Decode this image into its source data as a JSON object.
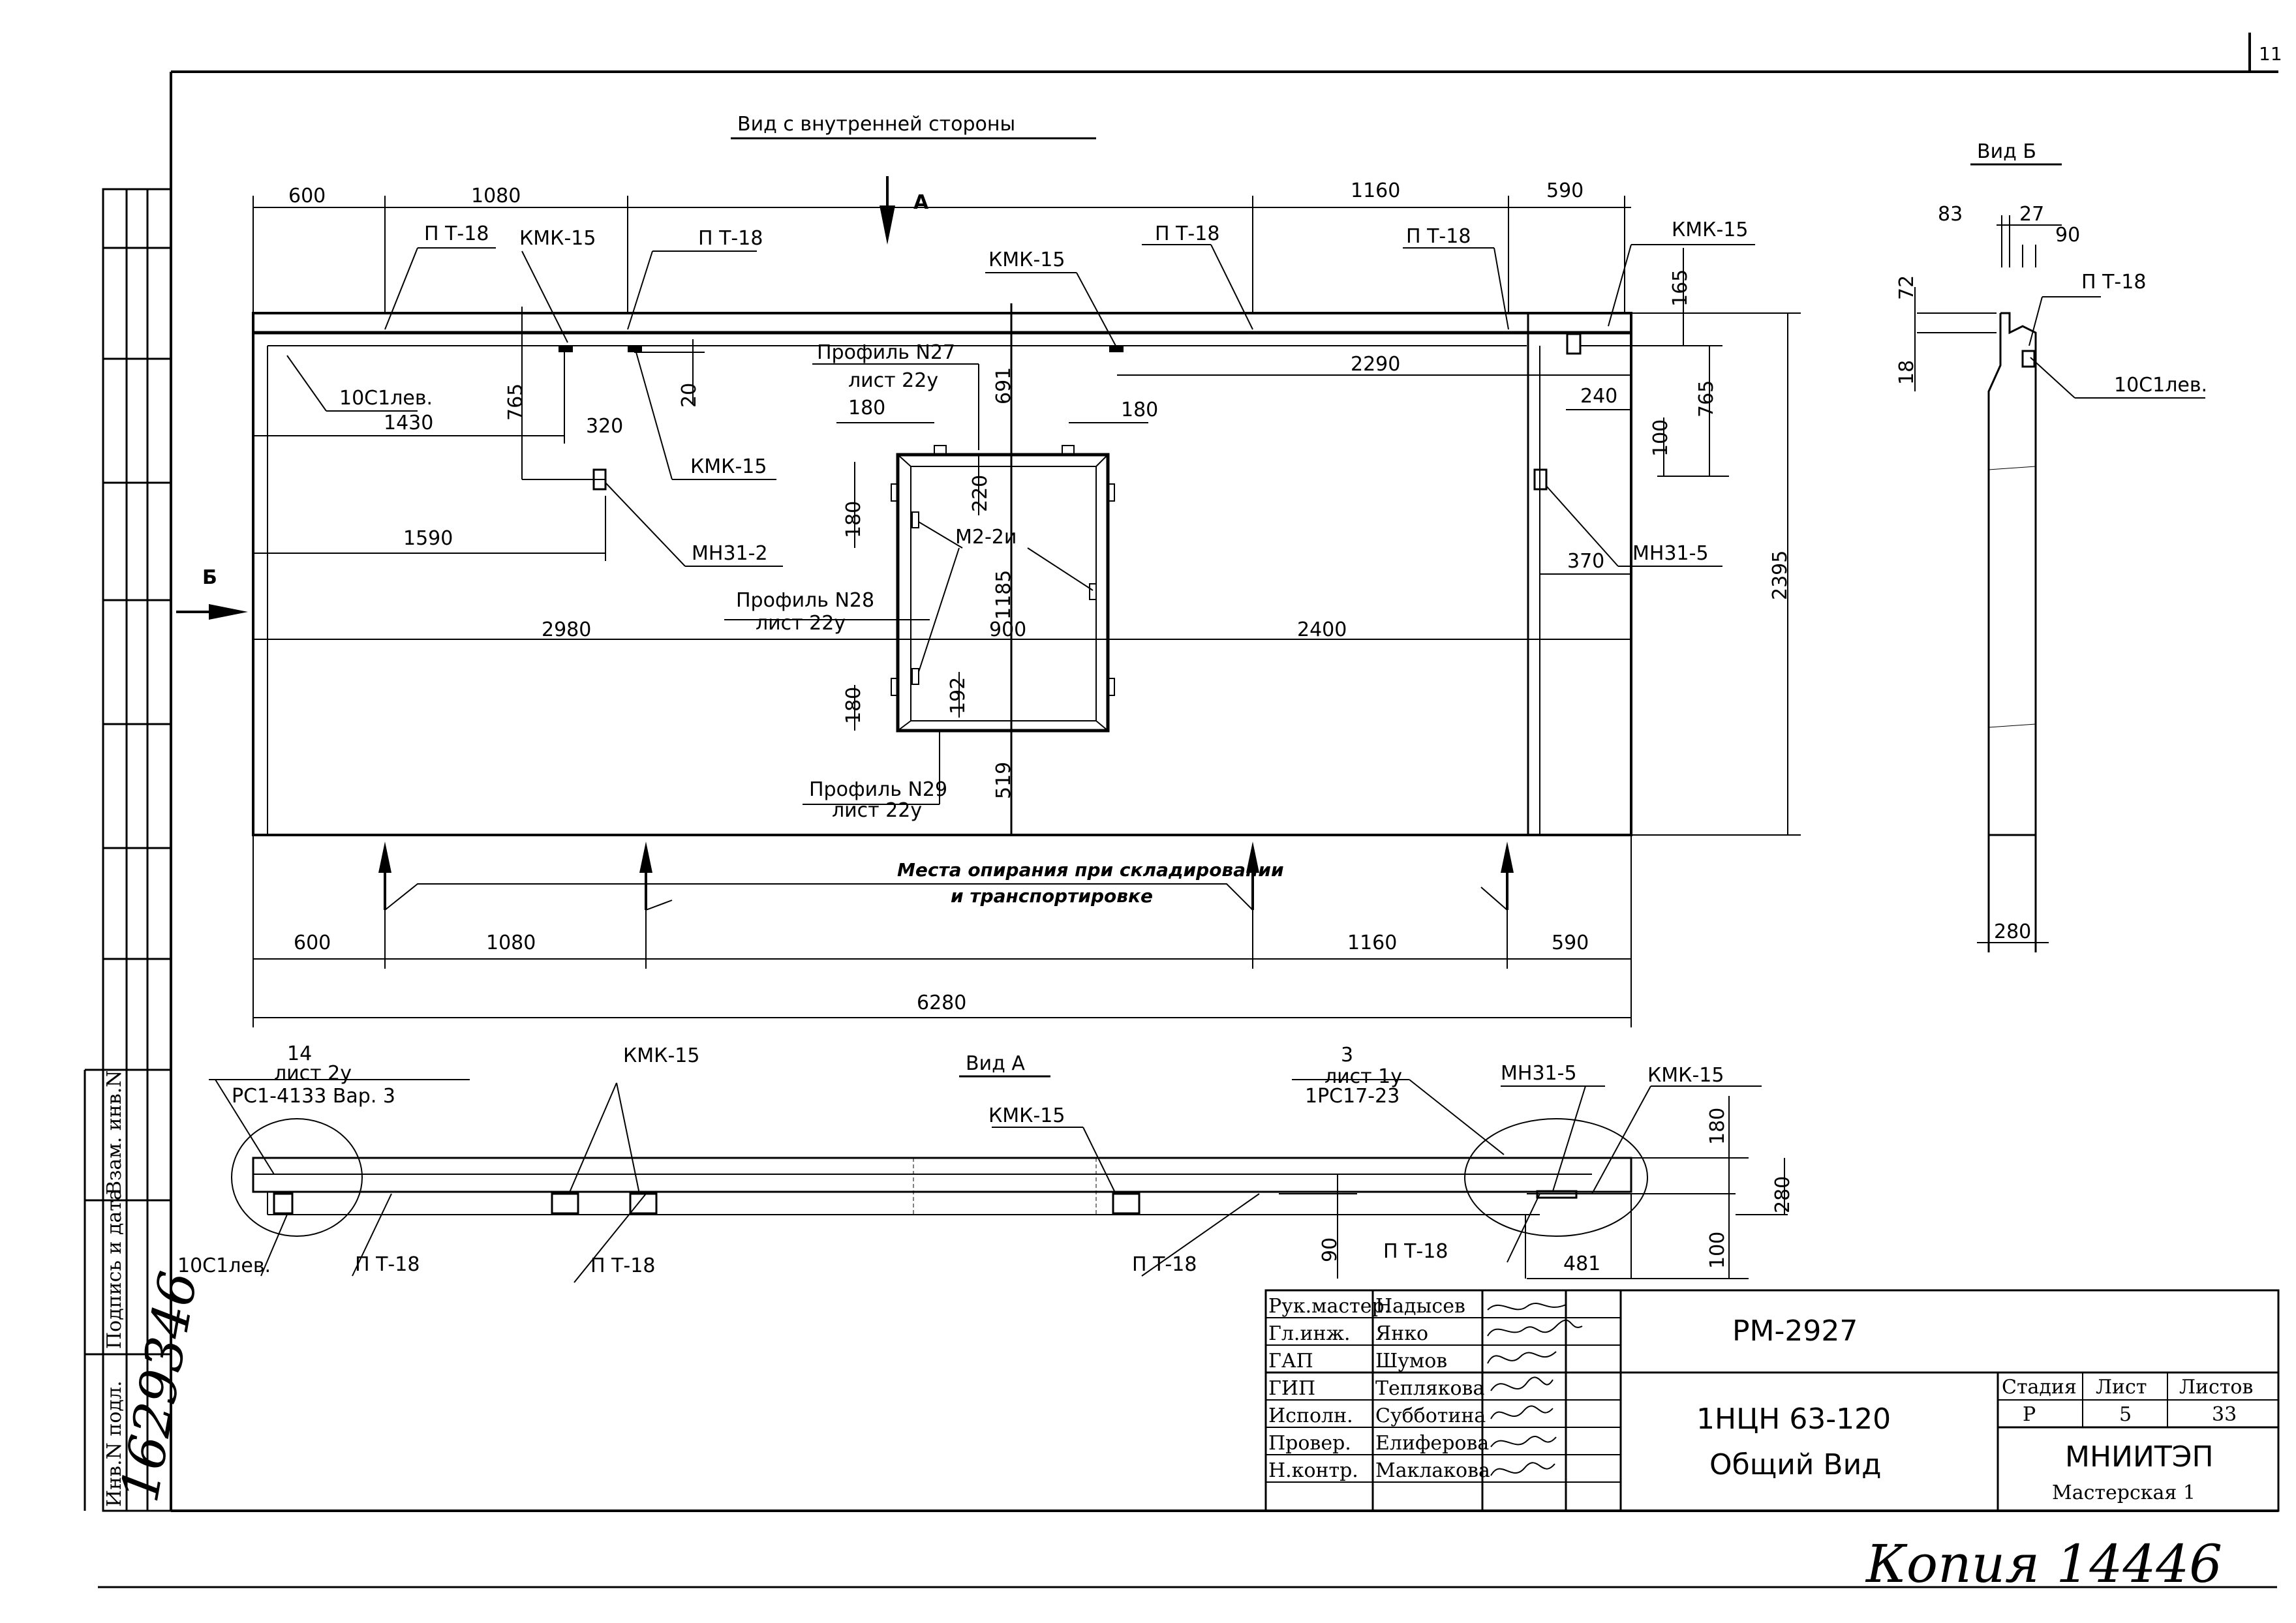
{
  "sheet": {
    "number": "11"
  },
  "views": {
    "inner": "Вид с внутренней стороны",
    "b": "Вид Б",
    "a": "Вид А",
    "arrow_a": "А",
    "arrow_b": "Б"
  },
  "dims_inner": {
    "top": [
      "600",
      "1080",
      "1160",
      "590"
    ],
    "bottom": [
      "600",
      "1080",
      "1160",
      "590"
    ],
    "overall": "6280",
    "d1430": "1430",
    "d320": "320",
    "d765": "765",
    "d20": "20",
    "d1590": "1590",
    "d2980": "2980",
    "d2400": "2400",
    "d900": "900",
    "d180a": "180",
    "d180b": "180",
    "d180c": "180",
    "d180d": "180",
    "d220": "220",
    "d691": "691",
    "d1185": "1185",
    "d519": "519",
    "d192": "192",
    "d2290": "2290",
    "d240": "240",
    "d765r": "765",
    "d165": "165",
    "d100": "100",
    "d370": "370",
    "d2395": "2395"
  },
  "labels_inner": {
    "pt18_1": "П Т-18",
    "kmk15_1": "КМК-15",
    "pt18_2": "П Т-18",
    "kmk15_2": "КМК-15",
    "pt18_3": "П Т-18",
    "pt18_4": "П Т-18",
    "kmk15_3": "КМК-15",
    "c10_1": "10С1лев.",
    "kmk15_4": "КМК-15",
    "mn31_2": "МН31-2",
    "mn31_5": "МН31-5",
    "m2_2": "М2-2и",
    "p27": "Профиль N27",
    "p27s": "лист 22у",
    "p28": "Профиль N28",
    "p28s": "лист 22у",
    "p29": "Профиль N29",
    "p29s": "лист 22у",
    "support1": "Места опирания при складировании",
    "support2": "и транспортировке"
  },
  "view_b": {
    "d83": "83",
    "d27": "27",
    "d90": "90",
    "d72": "72",
    "d18": "18",
    "d280": "280",
    "pt18": "П Т-18",
    "c10": "10С1лев."
  },
  "view_a": {
    "n14": "14",
    "n14s": "лист 2у",
    "n14t": "РС1-4133 Вар. 3",
    "kmk15_a": "КМК-15",
    "kmk15_b": "КМК-15",
    "kmk15_c": "КМК-15",
    "n3": "3",
    "n3s": "лист 1у",
    "n3t": "1РС17-23",
    "mn31_5": "МН31-5",
    "c10": "10С1лев.",
    "pt18_1": "П Т-18",
    "pt18_2": "П Т-18",
    "pt18_3": "П Т-18",
    "pt18_4": "П Т-18",
    "d180": "180",
    "d280": "280",
    "d100": "100",
    "d90": "90",
    "d481": "481"
  },
  "left_strip": {
    "inv_podl": "Инв.N подл.",
    "podpis": "Подпись и дата",
    "vzam": "Взам. инв.N",
    "inv_number": "1629346"
  },
  "title_block": {
    "doc_code": "РМ-2927",
    "title1": "1НЦН 63-120",
    "title2": "Общий Вид",
    "roles": [
      {
        "role": "Рук.мастер.",
        "name": "Надысев"
      },
      {
        "role": "Гл.инж.",
        "name": "Янко"
      },
      {
        "role": "ГАП",
        "name": "Шумов"
      },
      {
        "role": "ГИП",
        "name": "Теплякова"
      },
      {
        "role": "Исполн.",
        "name": "Субботина"
      },
      {
        "role": "Провер.",
        "name": "Елиферова"
      },
      {
        "role": "Н.контр.",
        "name": "Маклакова"
      }
    ],
    "stage_label": "Стадия",
    "sheet_label": "Лист",
    "sheets_label": "Листов",
    "stage": "Р",
    "sheet": "5",
    "sheets": "33",
    "org": "МНИИТЭП",
    "org2": "Мастерская 1"
  },
  "footer_handwritten": "Копия 14446"
}
